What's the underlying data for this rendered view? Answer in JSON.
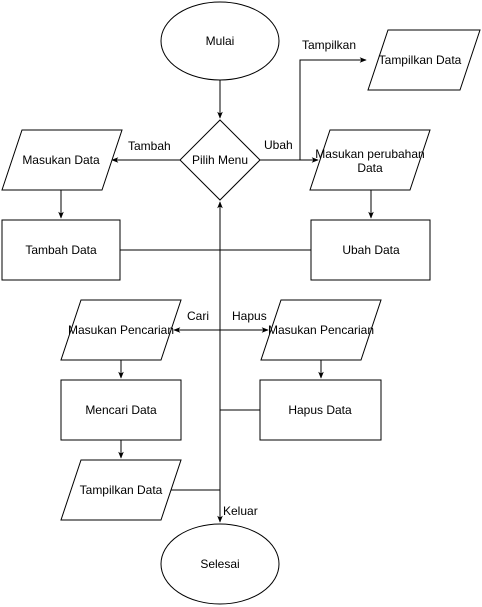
{
  "nodes": {
    "start": "Mulai",
    "menu": "Pilih Menu",
    "input_add": "Masukan Data",
    "add": "Tambah Data",
    "input_edit_line1": "Masukan perubahan",
    "input_edit_line2": "Data",
    "edit": "Ubah Data",
    "show_top": "Tampilkan Data",
    "search_input": "Masukan Pencarian",
    "search": "Mencari Data",
    "search_show": "Tampilkan Data",
    "delete_input": "Masukan Pencarian",
    "delete": "Hapus Data",
    "end": "Selesai"
  },
  "edges": {
    "add": "Tambah",
    "edit": "Ubah",
    "show": "Tampilkan",
    "search": "Cari",
    "delete": "Hapus",
    "exit": "Keluar"
  }
}
